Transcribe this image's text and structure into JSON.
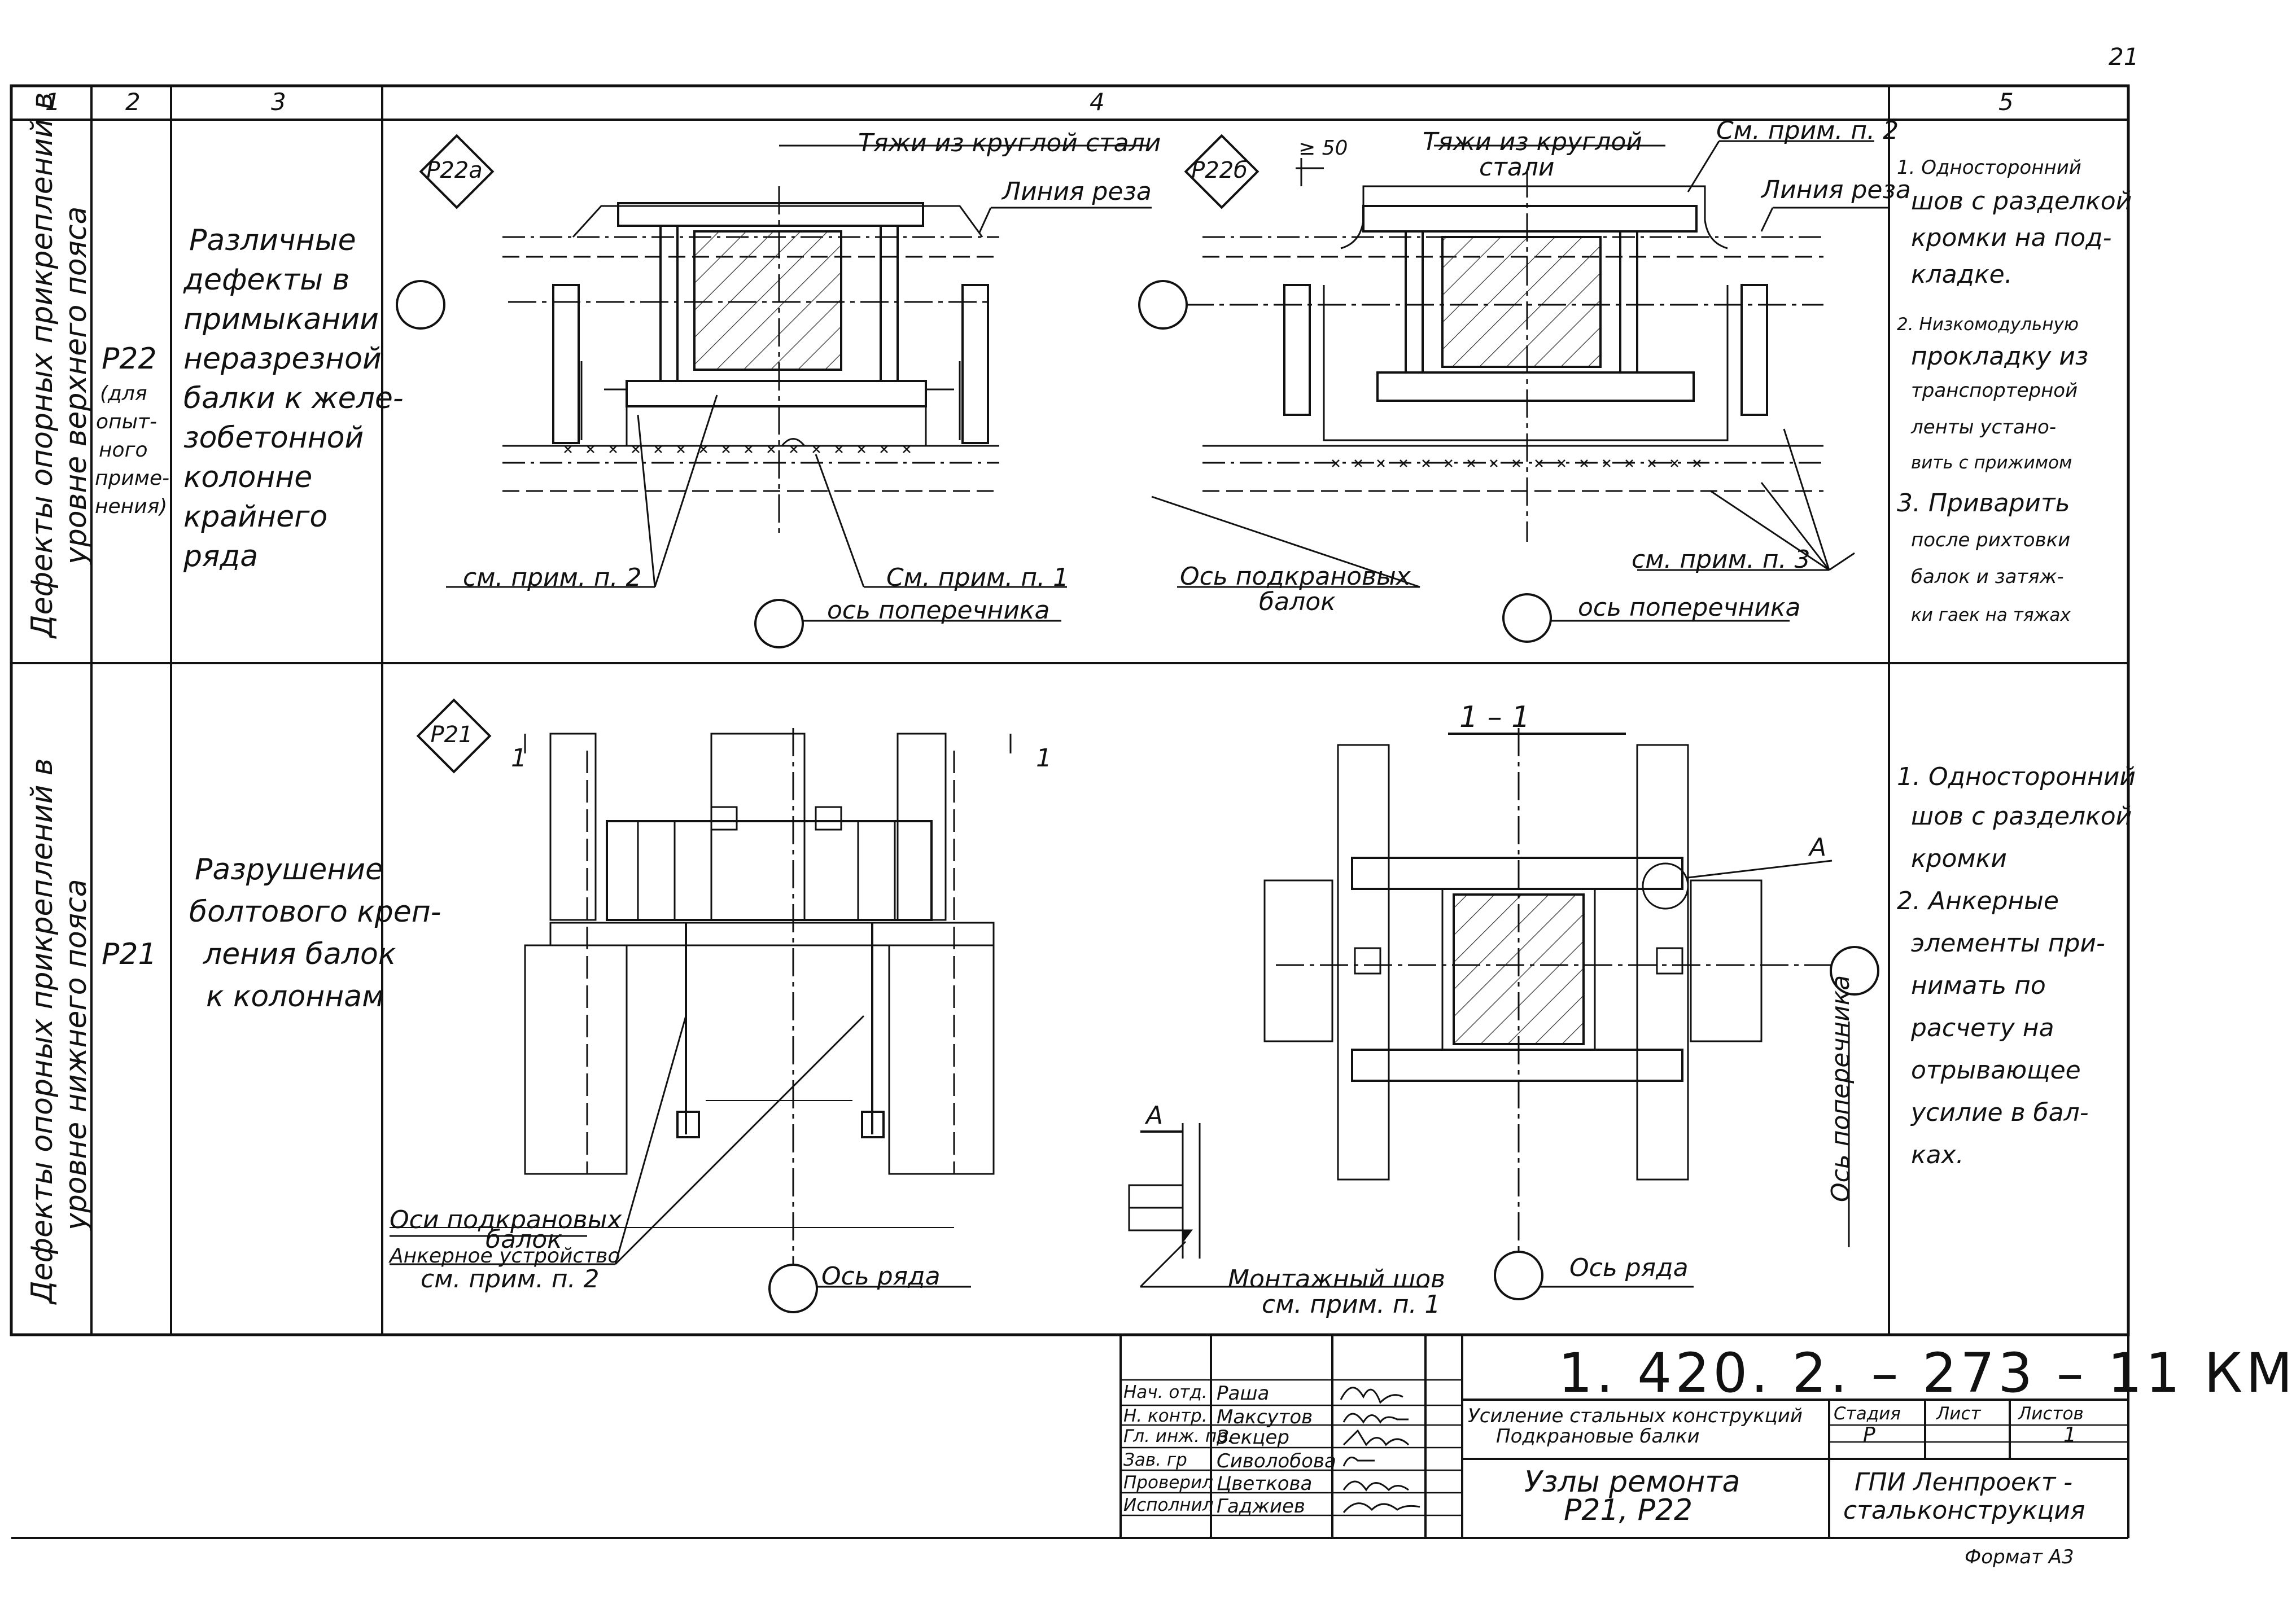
{
  "page_number": "21",
  "columns": [
    "1",
    "2",
    "3",
    "4",
    "5"
  ],
  "rows": [
    {
      "group": [
        "Дефекты опорных прикреплений в",
        "уровне верхнего пояса"
      ],
      "code": "Р22",
      "code_note": [
        "(для",
        "опыт-",
        "ного",
        "приме-",
        "нения)"
      ],
      "description": [
        "Различные",
        "дефекты в",
        "примыкании",
        "неразрезной",
        "балки к желе-",
        "зобетонной",
        "колонне",
        "крайнего",
        "ряда"
      ],
      "drawing": {
        "tag_a": "Р22а",
        "tag_b": "Р22б",
        "gap": "≥ 50",
        "rods_a": "Тяжи из круглой стали",
        "rods_b": [
          "Тяжи из круглой",
          "стали"
        ],
        "cut_line": "Линия реза",
        "note2": "см. прим. п. 2",
        "note2_b": "См. прим. п. 2",
        "note1": "См. прим. п. 1",
        "note3": "см. прим. п. 3",
        "axis_cross": "ось поперечника",
        "axis_beams": [
          "Ось подкрановых",
          "балок"
        ]
      },
      "notes": [
        "1. Односторонний",
        "шов с разделкой",
        "кромки на под-",
        "кладке.",
        "2. Низкомодульную",
        "прокладку из",
        "транспортерной",
        "ленты устано-",
        "вить с прижимом",
        "3. Приварить",
        "после рихтовки",
        "балок и затяж-",
        "ки гаек на тяжах"
      ]
    },
    {
      "group": [
        "Дефекты опорных прикреплений в",
        "уровне нижнего пояса"
      ],
      "code": "Р21",
      "description": [
        "Разрушение",
        "болтового креп-",
        "ления балок",
        "к колоннам"
      ],
      "drawing": {
        "tag": "Р21",
        "section": "1 – 1",
        "cut_mark": "1",
        "detail": "А",
        "axis_beams": [
          "Оси подкрановых",
          "балок"
        ],
        "anchor": "Анкерное устройство",
        "note2": "см. прим. п. 2",
        "axis_row": "Ось ряда",
        "site_weld": "Монтажный шов",
        "note1": "см. прим. п. 1",
        "axis_cross": "Ось поперечника"
      },
      "notes": [
        "1. Односторонний",
        "шов с разделкой",
        "кромки",
        "2. Анкерные",
        "элементы при-",
        "нимать по",
        "расчету на",
        "отрывающее",
        "усилие в бал-",
        "ках."
      ]
    }
  ],
  "title_block": {
    "code": "1. 420. 2. – 273 – 11 КМ",
    "roles": [
      "Нач. отд.",
      "Н. контр.",
      "Гл. инж. пр.",
      "Зав. гр",
      "Проверил",
      "Исполнил"
    ],
    "names": [
      "Раша",
      "Максутов",
      "Зекцер",
      "Сиволобова",
      "Цветкова",
      "Гаджиев"
    ],
    "subject": [
      "Усиление стальных конструкций",
      "Подкрановые балки"
    ],
    "title": [
      "Узлы ремонта",
      "Р21, Р22"
    ],
    "stage_h": "Стадия",
    "sheet_h": "Лист",
    "sheets_h": "Листов",
    "stage": "Р",
    "sheet": "",
    "sheets": "1",
    "org": [
      "ГПИ Ленпроект -",
      "стальконструкция"
    ]
  },
  "format": "Формат А3"
}
